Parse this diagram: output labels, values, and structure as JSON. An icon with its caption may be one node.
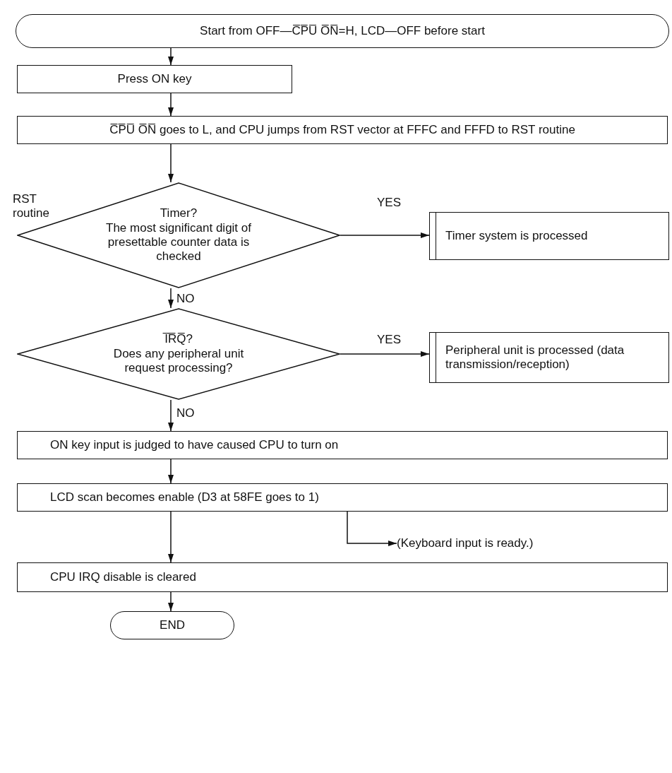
{
  "diagram": {
    "nodes": [
      {
        "text": [
          "Start from OFF—C̅P̅U̅ O̅N̅=H, LCD—OFF before start"
        ]
      },
      {
        "text": [
          "Press ON key"
        ]
      },
      {
        "text": [
          "C̅P̅U̅ O̅N̅ goes to L, and CPU jumps from RST vector at FFFC and FFFD to RST routine"
        ]
      },
      {
        "text": [
          "Timer?",
          "The most significant digit of presettable counter data is checked"
        ],
        "beside": [
          "RST routine"
        ]
      },
      {
        "text": [
          "Timer system is processed"
        ]
      },
      {
        "text": [
          "I̅R̅Q̅?",
          "Does any peripheral unit request processing?"
        ]
      },
      {
        "text": [
          "Peripheral unit is processed (data transmission/reception)"
        ]
      },
      {
        "text": [
          "ON key input is judged to have caused CPU to turn on"
        ]
      },
      {
        "text": [
          "LCD scan becomes enable (D3 at 58FE goes to 1)"
        ]
      },
      {
        "text": [
          "(Keyboard input is ready.)"
        ]
      },
      {
        "text": [
          "CPU IRQ disable is cleared"
        ]
      },
      {
        "text": [
          "END"
        ]
      }
    ],
    "edges": [
      {
        "from": 0,
        "to": 1,
        "arrow": "to"
      },
      {
        "from": 1,
        "to": 2,
        "arrow": "to"
      },
      {
        "from": 2,
        "to": 3,
        "arrow": "to"
      },
      {
        "from": 3,
        "to": 4,
        "arrow": "to",
        "label": "YES"
      },
      {
        "from": 3,
        "to": 5,
        "arrow": "to",
        "label": "NO"
      },
      {
        "from": 5,
        "to": 6,
        "arrow": "to",
        "label": "YES"
      },
      {
        "from": 5,
        "to": 7,
        "arrow": "to",
        "label": "NO"
      },
      {
        "from": 7,
        "to": 8,
        "arrow": "to"
      },
      {
        "from": 8,
        "to": 9,
        "arrow": "to"
      },
      {
        "from": 8,
        "to": 10,
        "arrow": "to"
      },
      {
        "from": 10,
        "to": 11,
        "arrow": "to"
      }
    ]
  }
}
